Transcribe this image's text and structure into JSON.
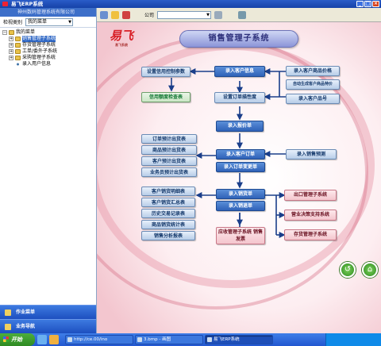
{
  "window": {
    "title": "易飞ERP系统"
  },
  "left_pane": {
    "company": "神州数码管理系统有限公司",
    "view_label": "检视类别",
    "view_select": "我的菜单",
    "tree": [
      {
        "label": "我的菜单",
        "level": 0,
        "expander": "−",
        "selected": false
      },
      {
        "label": "销售管理子系统",
        "level": 1,
        "expander": "+",
        "selected": true
      },
      {
        "label": "存货管理子系统",
        "level": 1,
        "expander": "+",
        "selected": false
      },
      {
        "label": "工单/委外子系统",
        "level": 1,
        "expander": "+",
        "selected": false
      },
      {
        "label": "采购管理子系统",
        "level": 1,
        "expander": "+",
        "selected": false
      },
      {
        "label": "录入用户信息",
        "level": 1,
        "expander": "",
        "selected": false
      }
    ],
    "nav_buttons": [
      "作业菜单",
      "业务导航"
    ]
  },
  "toolbar": {
    "company_label": "公司"
  },
  "main": {
    "logo_text": "易飞",
    "logo_sub": "易飞系统",
    "system_title": "销售管理子系统",
    "boxes": {
      "b1": "设置信用控制参数",
      "b2": "信用额度检查表",
      "b3": "录入客户信息",
      "b4": "设置订单描性度",
      "b5": "录入客户商品价格",
      "b6": "自动生成客户商品特价",
      "b7": "录入客户品号",
      "b8": "录入报价单",
      "b9": "录入客户订单",
      "b10": "录入订单变更单",
      "b11": "录入销售预测",
      "b12": "订单预计出货表",
      "b13": "商品预计出货表",
      "b14": "客户预计出货表",
      "b15": "业务员预计出货表",
      "b16": "录入销货单",
      "b17": "录入销退单",
      "b18": "客户销货明细表",
      "b19": "客户销货汇总表",
      "b20": "历史交易记录表",
      "b21": "商品销货统计表",
      "b22": "销售分析报表",
      "b23": "出口管理子系统",
      "b24": "营业决策支持系统",
      "b25": "存货管理子系统",
      "b26": "应收管理子系统 销售发票"
    }
  },
  "taskbar": {
    "start": "开始",
    "tasks": [
      "http://ce.00/ino",
      "3.bmp - 画图",
      "易飞ERP系统"
    ]
  },
  "colors": {
    "accent": "#2f62b8",
    "title_bar": "#1642a8",
    "taskbar": "#2257d0",
    "start": "#2e8a22"
  }
}
